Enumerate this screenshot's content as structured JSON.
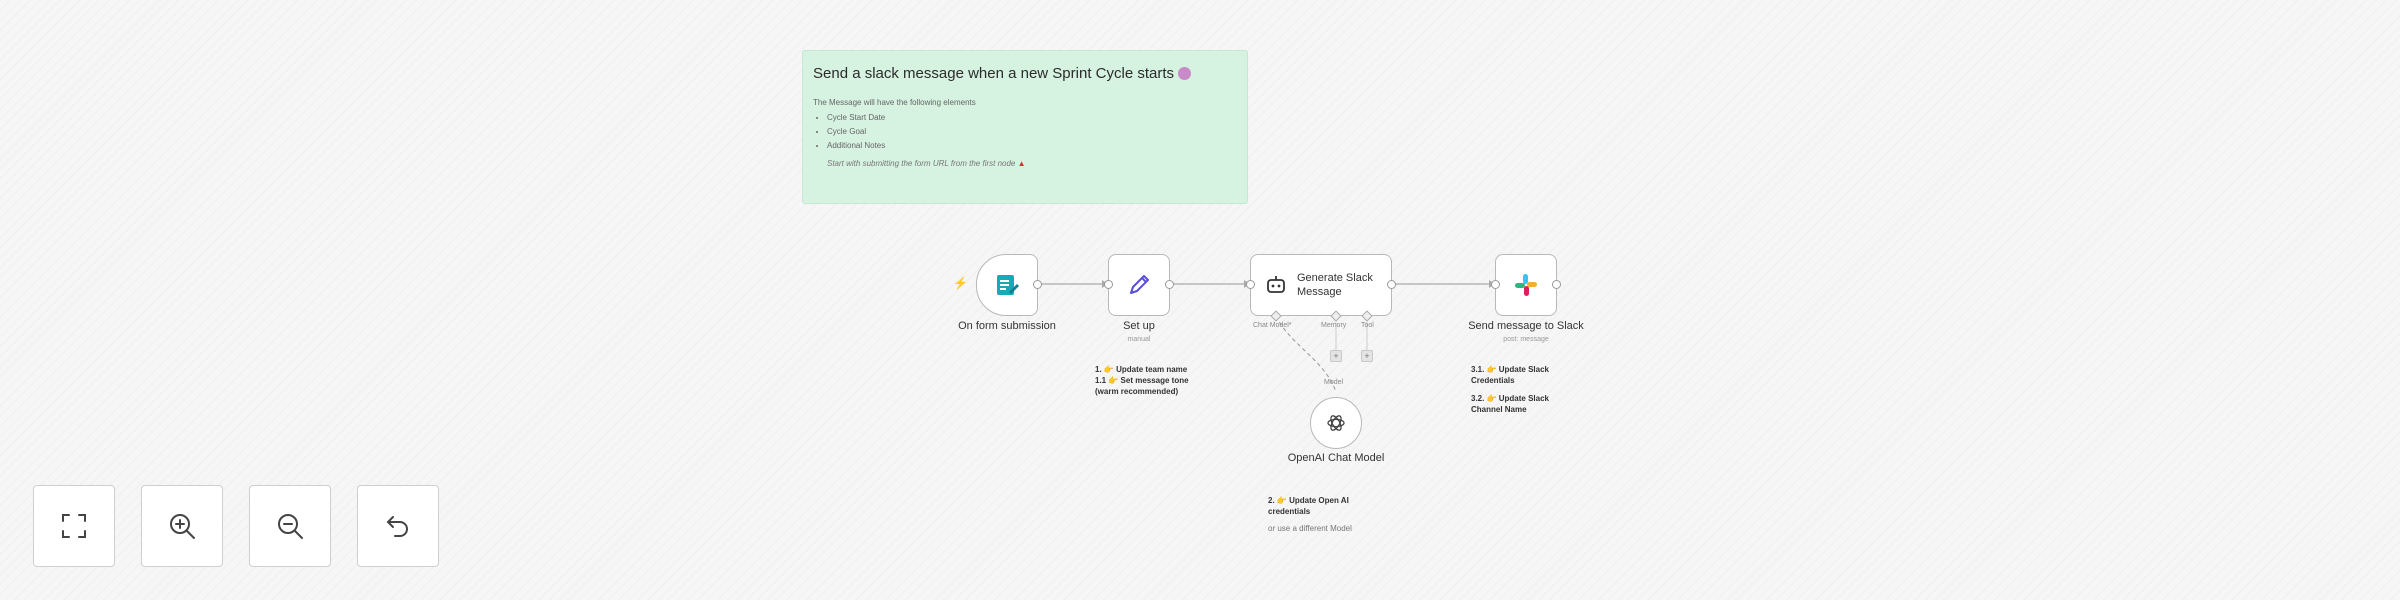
{
  "sticky": {
    "title": "Send a slack message when a new Sprint Cycle starts",
    "intro": "The Message will have the following elements",
    "items": [
      "Cycle Start Date",
      "Cycle Goal",
      "Additional Notes"
    ],
    "footer": "Start with submitting the form URL from the first node",
    "bg_color": "#d6f2e1"
  },
  "nodes": {
    "form_trigger": {
      "label": "On form submission",
      "icon": "form-icon"
    },
    "setup": {
      "label": "Set up",
      "sub": "manual",
      "icon": "pencil-icon"
    },
    "agent": {
      "label": "Generate Slack Message",
      "icon": "robot-icon",
      "sub_chat_model": "Chat Model*",
      "sub_memory": "Memory",
      "sub_tool": "Tool",
      "plus_memory": "+",
      "plus_tool": "+"
    },
    "openai": {
      "label": "OpenAI Chat Model",
      "connector": "Model",
      "icon": "openai-icon"
    },
    "slack": {
      "label": "Send message to Slack",
      "sub": "post: message",
      "icon": "slack-icon"
    }
  },
  "notes": {
    "setup_note": {
      "line1": "1. 👉 Update team name",
      "line2": "1.1 👉 Set message tone",
      "line3": "(warm recommended)"
    },
    "slack_note": {
      "line1": "3.1. 👉 Update Slack",
      "line2": "Credentials",
      "line3": "3.2. 👉 Update Slack",
      "line4": "Channel Name"
    },
    "openai_note": {
      "line1": "2. 👉 Update Open AI",
      "line2": "credentials",
      "line3": "or use a different Model"
    }
  },
  "controls": {
    "fit_view": "fit-view-icon",
    "zoom_in": "zoom-in-icon",
    "zoom_out": "zoom-out-icon",
    "reset": "undo-icon"
  },
  "colors": {
    "accent": "#ff6d5a",
    "form_icon": "#16a9b8",
    "pencil_icon": "#5a4dd8",
    "sticky_bg": "#d6f2e1"
  }
}
